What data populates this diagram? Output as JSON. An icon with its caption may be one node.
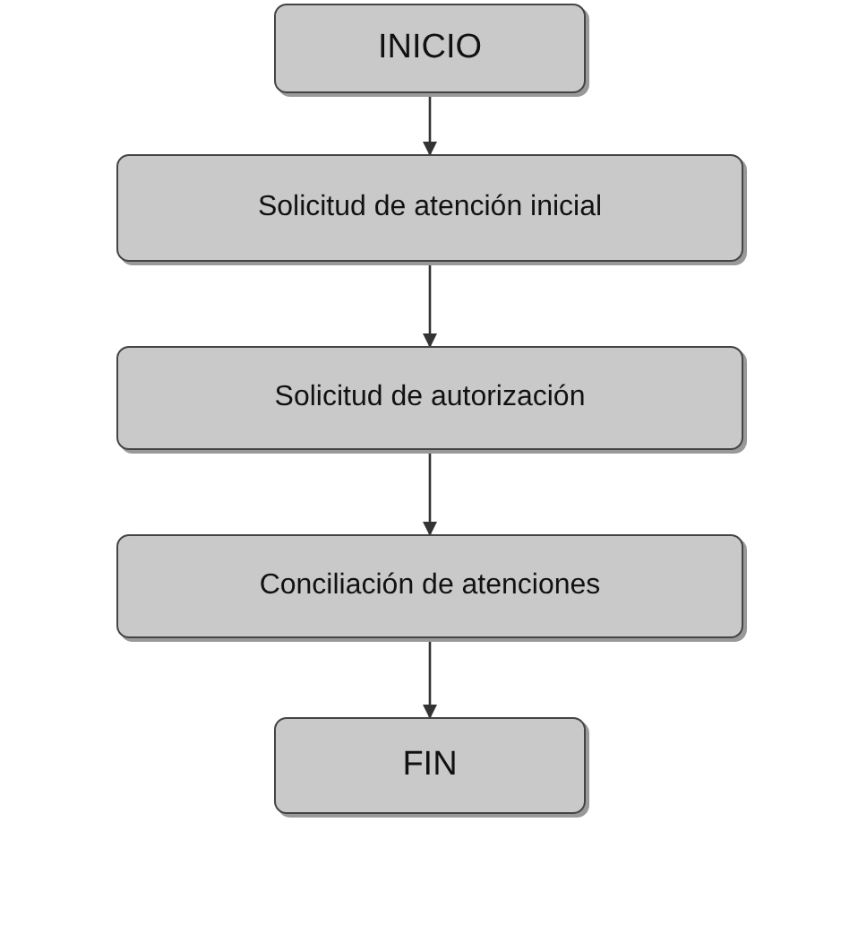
{
  "diagram": {
    "nodes": [
      {
        "text": [
          "INICIO"
        ]
      },
      {
        "text": [
          "Solicitud de atención inicial"
        ]
      },
      {
        "text": [
          "Solicitud de autorización"
        ]
      },
      {
        "text": [
          "Conciliación de atenciones"
        ]
      },
      {
        "text": [
          "FIN"
        ]
      }
    ],
    "edges": [
      {
        "from": 0,
        "to": 1,
        "arrow": "to"
      },
      {
        "from": 1,
        "to": 2,
        "arrow": "to"
      },
      {
        "from": 2,
        "to": 3,
        "arrow": "to"
      },
      {
        "from": 3,
        "to": 4,
        "arrow": "to"
      }
    ]
  }
}
